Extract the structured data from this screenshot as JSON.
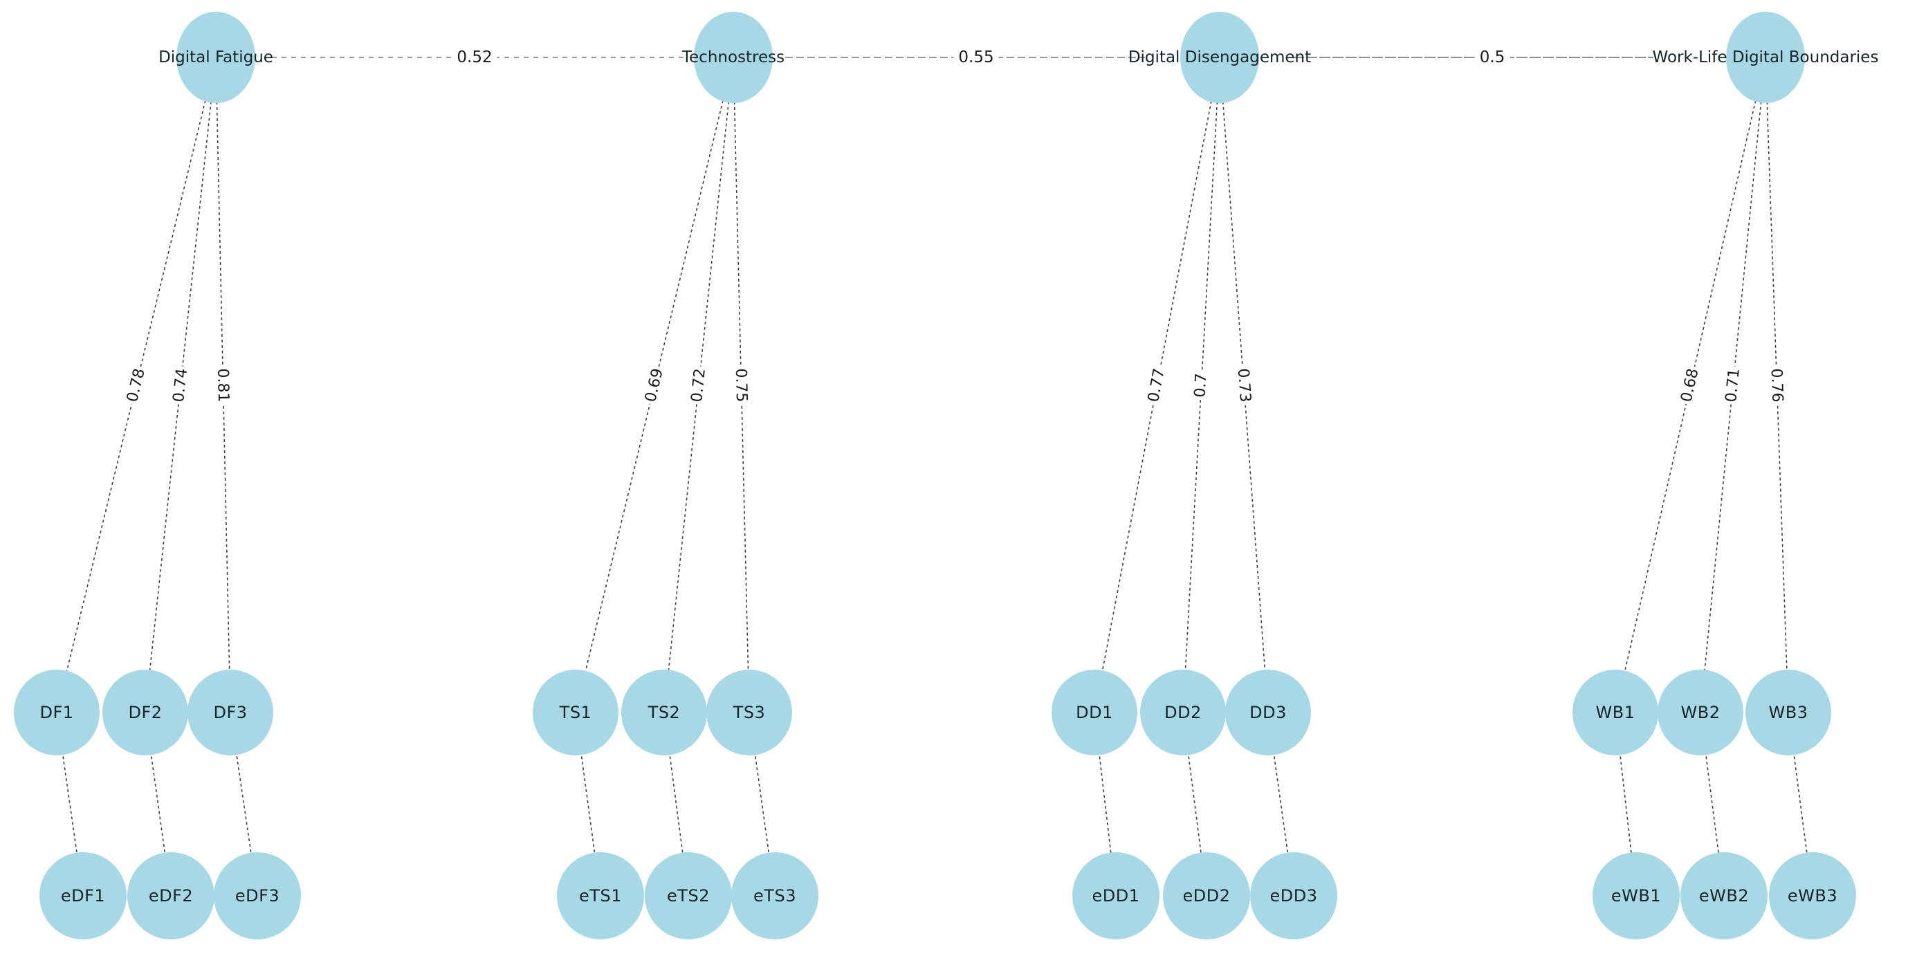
{
  "figure": {
    "type": "sem-path-diagram",
    "background": "#ffffff",
    "node_fill": "#a8d8e6",
    "covariance_line_color": "#999999",
    "loading_line_color": "#3f3f3f",
    "latents": [
      {
        "label": "Digital Fatigue",
        "indicators": [
          "DF1",
          "DF2",
          "DF3"
        ],
        "loadings": [
          "0.78",
          "0.74",
          "0.81"
        ],
        "errors": [
          "eDF1",
          "eDF2",
          "eDF3"
        ]
      },
      {
        "label": "Technostress",
        "indicators": [
          "TS1",
          "TS2",
          "TS3"
        ],
        "loadings": [
          "0.69",
          "0.72",
          "0.75"
        ],
        "errors": [
          "eTS1",
          "eTS2",
          "eTS3"
        ]
      },
      {
        "label": "Digital Disengagement",
        "indicators": [
          "DD1",
          "DD2",
          "DD3"
        ],
        "loadings": [
          "0.77",
          "0.7",
          "0.73"
        ],
        "errors": [
          "eDD1",
          "eDD2",
          "eDD3"
        ]
      },
      {
        "label": "Work-Life Digital Boundaries",
        "indicators": [
          "WB1",
          "WB2",
          "WB3"
        ],
        "loadings": [
          "0.68",
          "0.71",
          "0.76"
        ],
        "errors": [
          "eWB1",
          "eWB2",
          "eWB3"
        ]
      }
    ],
    "covariances": [
      {
        "from": "Digital Fatigue",
        "to": "Technostress",
        "value": "0.52"
      },
      {
        "from": "Technostress",
        "to": "Digital Disengagement",
        "value": "0.55"
      },
      {
        "from": "Digital Disengagement",
        "to": "Work-Life Digital Boundaries",
        "value": "0.5"
      }
    ]
  }
}
